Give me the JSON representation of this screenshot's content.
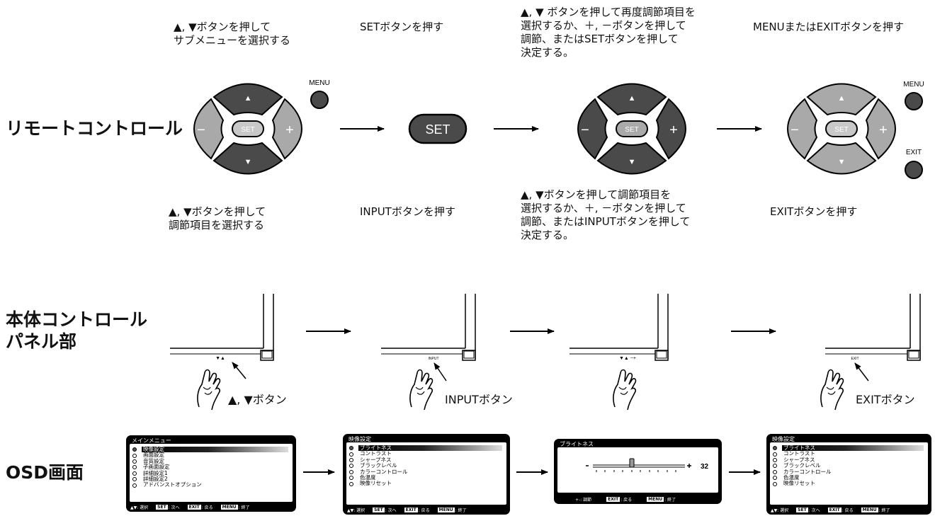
{
  "captions": {
    "top1": "▲, ▼ボタンを押して\nサブメニューを選択する",
    "top2": "SETボタンを押す",
    "top3": "▲, ▼ ボタンを押して再度調節項目を\n選択するか、＋, －ボタンを押して\n調節、またはSETボタンを押して\n決定する。",
    "top4": "MENUまたはEXITボタンを押す",
    "mid1": "▲, ▼ボタンを押して\n調節項目を選択する",
    "mid2": "INPUTボタンを押す",
    "mid3": "▲, ▼ボタンを押して調節項目を\n選択するか、＋, －ボタンを押して\n調節、またはINPUTボタンを押して\n決定する。",
    "mid4": "EXITボタンを押す"
  },
  "row_labels": {
    "remote": "リモートコントロール",
    "panel": "本体コントロール\nパネル部",
    "osd": "OSD画面"
  },
  "remote": {
    "menu_label": "MENU",
    "exit_label": "EXIT",
    "set_label": "SET",
    "up": "▲",
    "down": "▼",
    "minus": "−",
    "plus": "+"
  },
  "panel": {
    "p1_small": "▼▲",
    "p1_callout": "▲, ▼ボタン",
    "p2_small": "INPUT",
    "p2_callout": "INPUTボタン",
    "p3_small": "▼▲  −+",
    "p4_small": "EXIT",
    "p4_callout": "EXITボタン"
  },
  "osd": {
    "main_menu": {
      "title": "メインメニュー",
      "items": [
        "映像設定",
        "画面設定",
        "音質設定",
        "子画面設定",
        "詳細設定1",
        "詳細設定2",
        "アドバンストオプション"
      ]
    },
    "picture_menu": {
      "title": "映像設定",
      "items": [
        "ブライトネス",
        "コントラスト",
        "シャープネス",
        "ブラックレベル",
        "カラーコントロール",
        "色温度",
        "映像リセット"
      ]
    },
    "brightness": {
      "title": "ブライトネス",
      "value": "32",
      "footer_adjust": "+-: 調節",
      "footer_exit_key": "EXIT",
      "footer_exit": ": 戻る",
      "footer_menu_key": "MENU",
      "footer_menu": ": 終了"
    },
    "footer": {
      "select": "▲▼: 選択",
      "set_key": "SET",
      "set": ": 次へ",
      "exit_key": "EXIT",
      "exit": ": 戻る",
      "menu_key": "MENU",
      "menu": ": 終了"
    }
  },
  "colors": {
    "dark_button": "#4a4a4a",
    "light_button": "#a9a9a9",
    "set_pill_light": "#c8c8c8"
  }
}
